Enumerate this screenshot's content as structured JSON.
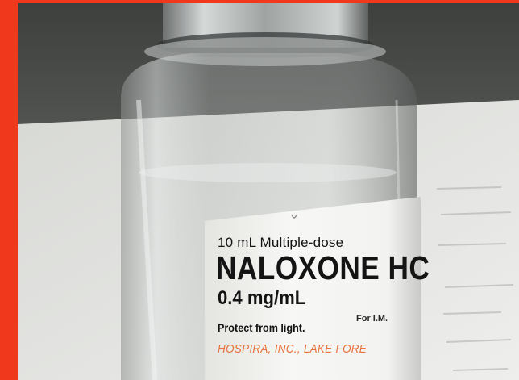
{
  "frame": {
    "border_color": "#f0381c"
  },
  "vial_label": {
    "size_text": "10 mL Multiple-dose",
    "drug_name": "NALOXONE HC",
    "concentration": "0.4 mg/mL",
    "protect_text": "Protect from light.",
    "route_text": "For I.M.",
    "manufacturer": "HOSPIRA, INC., LAKE FORE",
    "manufacturer_color": "#e8733a"
  }
}
